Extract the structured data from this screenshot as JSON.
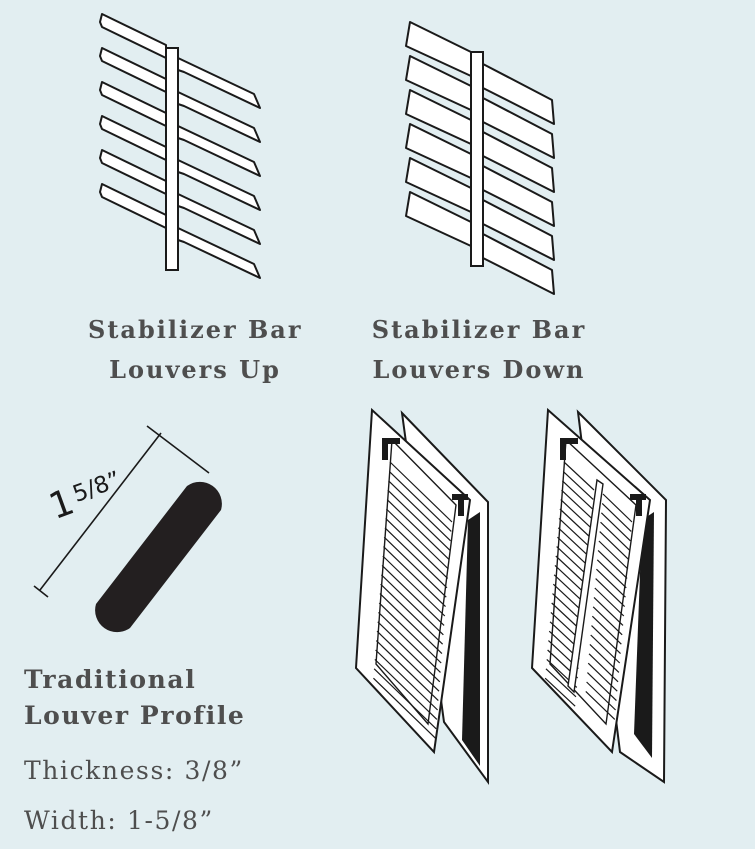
{
  "diagrams": {
    "louvers_up": {
      "line1": "Stabilizer Bar",
      "line2": "Louvers Up"
    },
    "louvers_down": {
      "line1": "Stabilizer Bar",
      "line2": "Louvers Down"
    }
  },
  "profile": {
    "dimension_whole": "1",
    "dimension_fraction": "5/8”",
    "title_line1": "Traditional",
    "title_line2": "Louver Profile",
    "thickness": "Thickness: 3/8”",
    "width": "Width: 1-5/8”"
  },
  "colors": {
    "background": "#e2eef1",
    "text": "#4e4e4e",
    "ink": "#1a1a1a"
  }
}
